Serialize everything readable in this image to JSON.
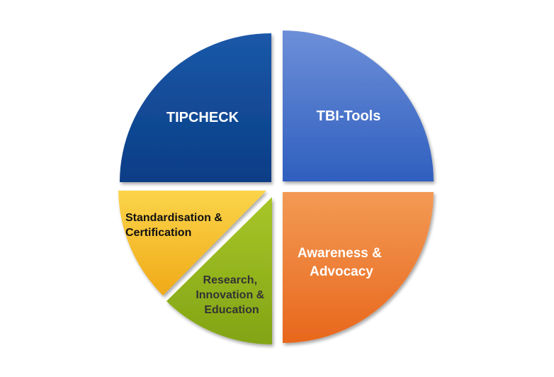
{
  "segments": [
    {
      "id": "tipcheck",
      "label_lines": [
        "TIPCHECK"
      ],
      "color_light": "#1b58a8",
      "color_dark": "#0a3d86",
      "text_color": "#ffffff"
    },
    {
      "id": "tbi-tools",
      "label_lines": [
        "TBI-Tools"
      ],
      "color_light": "#6d8fd8",
      "color_dark": "#2f5fbf",
      "text_color": "#ffffff"
    },
    {
      "id": "awareness-advocacy",
      "label_lines": [
        "Awareness &",
        "Advocacy"
      ],
      "color_light": "#f39a55",
      "color_dark": "#e8671c",
      "text_color": "#ffffff"
    },
    {
      "id": "research-innovation-education",
      "label_lines": [
        "Research,",
        "Innovation &",
        "Education"
      ],
      "color_light": "#a8c62a",
      "color_dark": "#82a414",
      "text_color": "#333333"
    },
    {
      "id": "standardisation-certification",
      "label_lines": [
        "Standardisation &",
        "Certification"
      ],
      "color_light": "#fbd44a",
      "color_dark": "#f0aa18",
      "text_color": "#111111"
    }
  ]
}
